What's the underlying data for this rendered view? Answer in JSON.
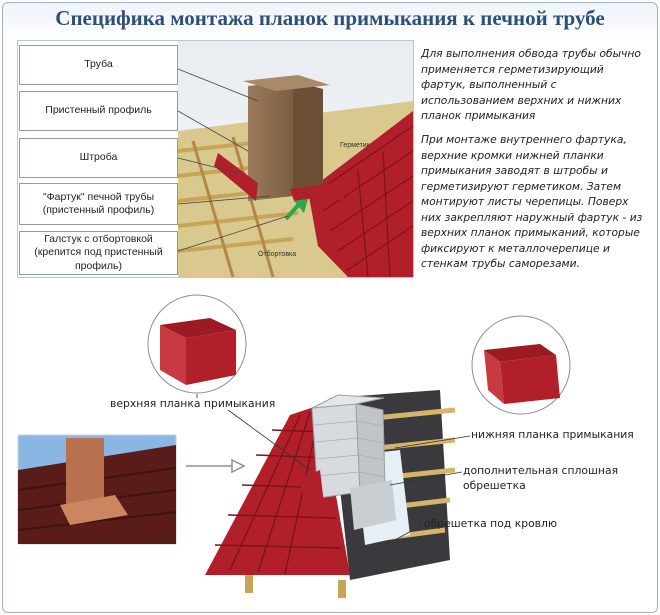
{
  "title": "Специфика монтажа планок примыкания к печной трубе",
  "top_labels": [
    "Труба",
    "Пристенный профиль",
    "Штроба",
    "\"Фартук\" печной трубы\n(пристенный профиль)",
    "Галстук с отбортовкой\n(крепится под пристенный\nпрофиль)"
  ],
  "diagram_labels": {
    "hermetic": "Герметик",
    "otbortovka": "Отбортовка"
  },
  "description": {
    "p1": "Для выполнения обвода трубы обычно применяется герметизирующий фартук, выполненный с использованием верхних и нижних планок примыкания",
    "p2": "При монтаже внутреннего фартука, верхние кромки нижней планки примыкания заводят в штробы и герметизируют герметиком. Затем монтируют листы черепицы. Поверх них закрепляют наружный фартук - из верхних планок примыканий, которые фиксируют к металлочерепице и стенкам трубы саморезами."
  },
  "bottom_labels": {
    "upper_strip": "верхняя планка примыкания",
    "lower_strip": "нижняя планка примыкания",
    "extra_sheathing": "дополнительная сплошная\nобрешетка",
    "roof_sheathing": "обрешетка под кровлю"
  },
  "colors": {
    "title": "#2d4f78",
    "roof_red": "#b1202a",
    "brick": "#cfd3d6",
    "frame": "#9fb3c8"
  }
}
